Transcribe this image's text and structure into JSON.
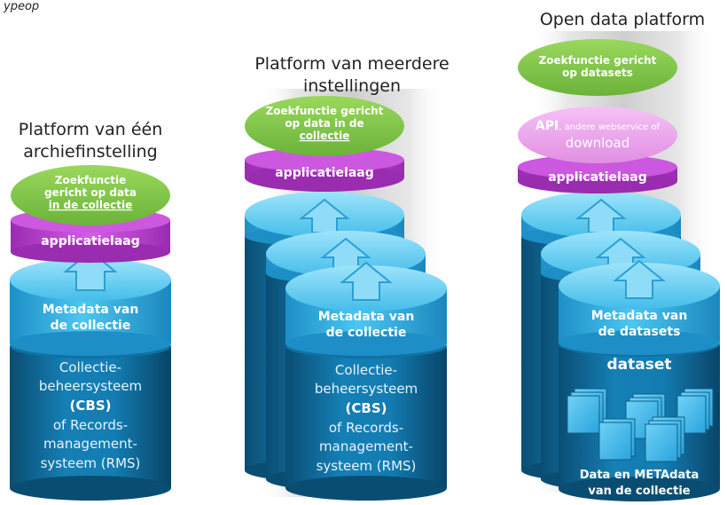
{
  "top_caption": "ypeop",
  "columns": [
    {
      "title_lines": [
        "Platform van één",
        "archiefinstelling"
      ],
      "search": {
        "lines": [
          "Zoekfunctie",
          "gericht op data",
          "in de collectie"
        ]
      },
      "app_layer": "applicatielaag",
      "metadata_lines": [
        "Metadata van",
        "de collectie"
      ],
      "base_lines": [
        "Collectie-",
        "beheersysteem",
        "(CBS)",
        "of Records-",
        "management-",
        "systeem (RMS)"
      ]
    },
    {
      "title_lines": [
        "Platform van meerdere",
        "instellingen"
      ],
      "search": {
        "lines": [
          "Zoekfunctie gericht",
          "op data in de",
          "collectie"
        ]
      },
      "app_layer": "applicatielaag",
      "metadata_lines": [
        "Metadata van",
        "de collectie"
      ],
      "base_lines": [
        "Collectie-",
        "beheersysteem",
        "(CBS)",
        "of Records-",
        "management-",
        "systeem (RMS)"
      ]
    },
    {
      "title_lines": [
        "Open data platform"
      ],
      "search": {
        "lines": [
          "Zoekfunctie gericht",
          "op datasets"
        ]
      },
      "api_layer": {
        "api": "API",
        "line1_rest": ", andere webservice of",
        "line2": "download"
      },
      "app_layer": "applicatielaag",
      "metadata_lines": [
        "Metadata van",
        "de datasets"
      ],
      "dataset_label": "dataset",
      "base_lines": [
        "Data en METAdata",
        "van de collectie"
      ]
    }
  ],
  "colors": {
    "search": "#7cc142",
    "app": "#b13fc7",
    "api": "#e79ae8",
    "disk": "#3eb4e6",
    "cylinder": "#0e6a99",
    "cylinder_dark": "#0a4d73"
  }
}
